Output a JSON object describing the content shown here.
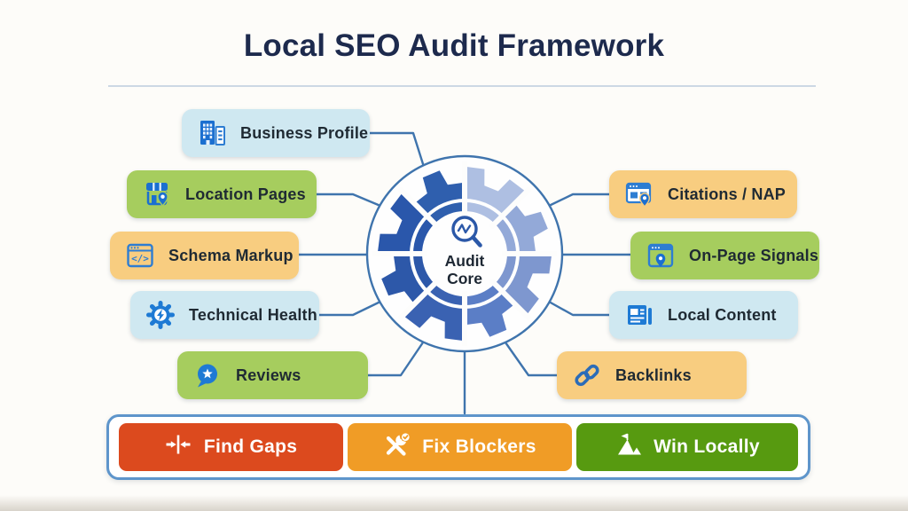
{
  "title": "Local SEO Audit Framework",
  "center": {
    "icon": "magnifier-chart-icon",
    "line1": "Audit",
    "line2": "Core"
  },
  "left_items": [
    {
      "label": "Business Profile",
      "icon": "building-icon",
      "color": "#cfe8f1"
    },
    {
      "label": "Location Pages",
      "icon": "storefront-pin-icon",
      "color": "#a6cd5e"
    },
    {
      "label": "Schema Markup",
      "icon": "code-browser-icon",
      "color": "#f8cd80"
    },
    {
      "label": "Technical Health",
      "icon": "gear-bolt-icon",
      "color": "#cfe8f1"
    },
    {
      "label": "Reviews",
      "icon": "star-bubble-icon",
      "color": "#a6cd5e"
    }
  ],
  "right_items": [
    {
      "label": "Citations / NAP",
      "icon": "listing-pin-icon",
      "color": "#f8cd80"
    },
    {
      "label": "On-Page Signals",
      "icon": "browser-pin-icon",
      "color": "#a6cd5e"
    },
    {
      "label": "Local Content",
      "icon": "newspaper-icon",
      "color": "#cfe8f1"
    },
    {
      "label": "Backlinks",
      "icon": "chain-link-icon",
      "color": "#f8cd80"
    }
  ],
  "actions": [
    {
      "label": "Find Gaps",
      "icon": "converging-arrows-icon",
      "color": "#dc4a1e"
    },
    {
      "label": "Fix Blockers",
      "icon": "crossed-tools-check-icon",
      "color": "#f09c26"
    },
    {
      "label": "Win Locally",
      "icon": "flag-mountain-icon",
      "color": "#579a10"
    }
  ],
  "colors": {
    "background": "#fdfcf9",
    "title_navy": "#1d2a4d",
    "divider_gray_blue": "#ccd8e4",
    "pill_lightblue": "#cfe8f1",
    "pill_green": "#a6cd5e",
    "pill_yellow": "#f8cd80",
    "pill_text": "#1f2a33",
    "icon_blue": "#1b6fd0",
    "icon_blue_light": "#2d7dd2",
    "connector_blue": "#3f74ad",
    "gear_dark_blue": "#2d58a9",
    "gear_light_blue": "#aebfe2",
    "action_bar_border": "#5e95cb",
    "find_gaps_red": "#dc4a1e",
    "fix_blockers_orange": "#f09c26",
    "win_locally_green": "#579a10"
  }
}
